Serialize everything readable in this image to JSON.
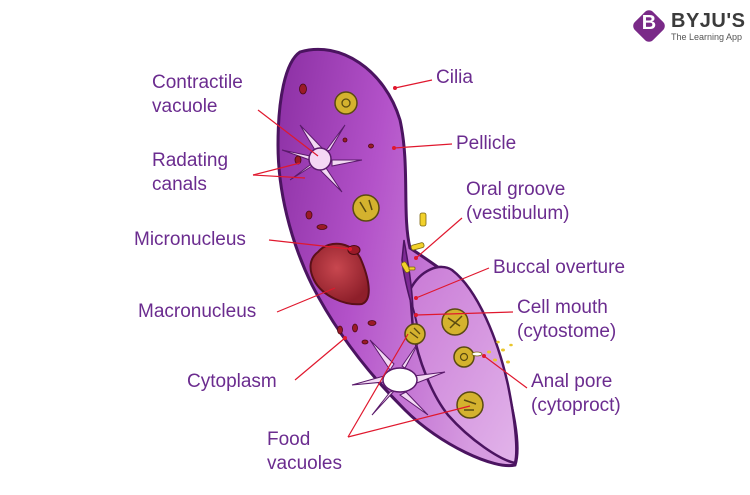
{
  "brand": {
    "logo_letter": "B",
    "name": "BYJU'S",
    "tagline": "The Learning App",
    "color": "#7a2a88"
  },
  "colors": {
    "label_text": "#6b2c8f",
    "leader_line": "#e0182e",
    "cell_fill": "#b352c9",
    "cell_outline": "#4b1460",
    "macronucleus": "#a02a35",
    "food_vacuole": "#c8a526"
  },
  "labels": {
    "contractile_vacuole": [
      "Contractile",
      "vacuole"
    ],
    "radiating_canals": [
      "Radating",
      "canals"
    ],
    "micronucleus": "Micronucleus",
    "macronucleus": "Macronucleus",
    "cytoplasm": "Cytoplasm",
    "food_vacuoles": [
      "Food",
      "vacuoles"
    ],
    "cilia": "Cilia",
    "pellicle": "Pellicle",
    "oral_groove": [
      "Oral groove",
      "(vestibulum)"
    ],
    "buccal_overture": "Buccal overture",
    "cell_mouth": [
      "Cell mouth",
      "(cytostome)"
    ],
    "anal_pore": [
      "Anal pore",
      "(cytoproct)"
    ]
  }
}
